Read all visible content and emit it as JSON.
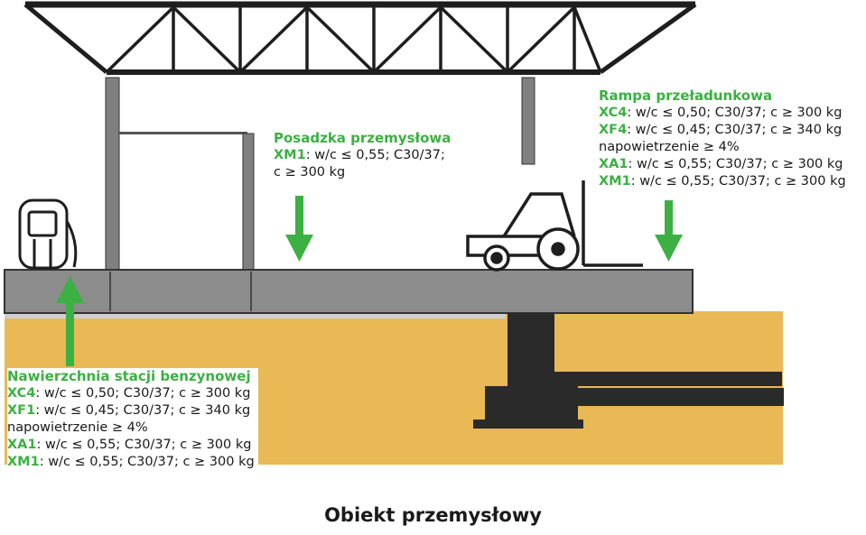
{
  "colors": {
    "accent_green": "#3cb043",
    "soil": "#e8b955",
    "slab": "#8c8c8c",
    "steel": "#1e1e1e",
    "column": "#808080"
  },
  "labels": {
    "posadzka": {
      "title": "Posadzka przemysłowa",
      "lines": [
        {
          "code": "XM1",
          "text": ": w/c ≤ 0,55; C30/37;"
        },
        {
          "code": "",
          "text": "c ≥ 300 kg"
        }
      ]
    },
    "rampa": {
      "title": "Rampa przeładunkowa",
      "lines": [
        {
          "code": "XC4",
          "text": ": w/c ≤ 0,50; C30/37;  c ≥ 300 kg"
        },
        {
          "code": "XF4",
          "text": ": w/c ≤ 0,45; C30/37;  c ≥ 340 kg"
        },
        {
          "code": "",
          "text": "napowietrzenie ≥ 4%"
        },
        {
          "code": "XA1",
          "text": ": w/c ≤ 0,55; C30/37;  c ≥ 300 kg"
        },
        {
          "code": "XM1",
          "text": ": w/c ≤ 0,55; C30/37;  c ≥ 300 kg"
        }
      ]
    },
    "nawierzchnia": {
      "title": "Nawierzchnia stacji benzynowej",
      "lines": [
        {
          "code": "XC4",
          "text": ": w/c ≤ 0,50; C30/37;  c ≥ 300 kg"
        },
        {
          "code": "XF1",
          "text": ": w/c ≤ 0,45; C30/37;  c ≥ 340 kg"
        },
        {
          "code": "",
          "text": "napowietrzenie ≥ 4%"
        },
        {
          "code": "XA1",
          "text": ": w/c ≤ 0,55; C30/37;  c ≥ 300 kg"
        },
        {
          "code": "XM1",
          "text": ": w/c ≤ 0,55; C30/37;  c ≥ 300 kg"
        }
      ]
    }
  },
  "caption": "Obiekt przemysłowy"
}
